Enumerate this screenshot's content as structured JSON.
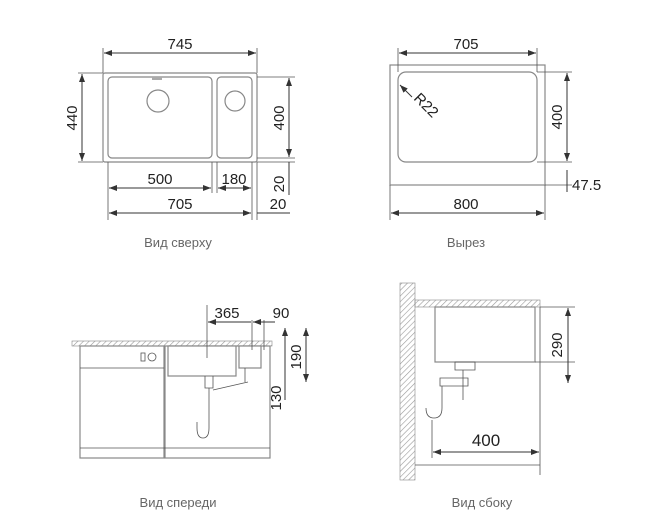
{
  "views": {
    "top": {
      "caption": "Вид сверху",
      "overall_width": "745",
      "overall_depth": "440",
      "bowl_depth": "400",
      "main_bowl_width": "500",
      "small_bowl_width": "180",
      "bottom_margin": "20",
      "inner_width": "705",
      "side_margin": "20"
    },
    "cutout": {
      "caption": "Вырез",
      "inner_width": "705",
      "radius": "R22",
      "inner_depth": "400",
      "offset": "47.5",
      "cabinet_width": "800"
    },
    "front": {
      "caption": "Вид спереди",
      "drain_offset": "365",
      "small_drain_offset": "90",
      "depth": "190",
      "drain_height": "130"
    },
    "side": {
      "caption": "Вид сбоку",
      "depth": "290",
      "drain_distance": "400"
    }
  }
}
